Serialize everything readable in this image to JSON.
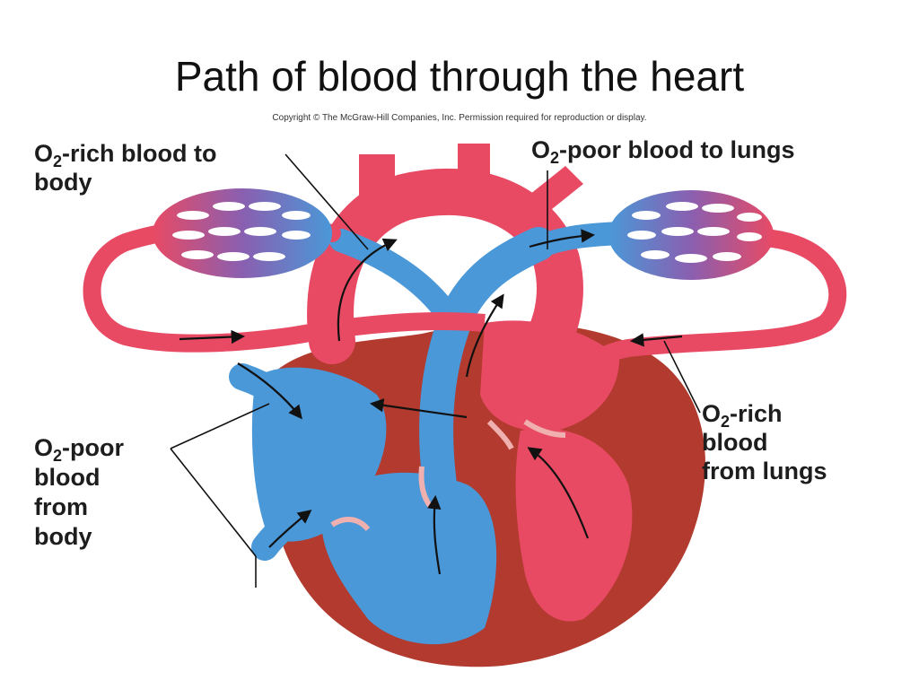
{
  "slide": {
    "title": "Path of blood through the heart",
    "copyright": "Copyright © The McGraw-Hill Companies, Inc. Permission required for reproduction or display."
  },
  "labels": {
    "o2_rich_to_body": {
      "prefix": "O",
      "sub": "2",
      "line1": "-rich blood to",
      "line2": "body"
    },
    "o2_poor_to_lungs": {
      "prefix": "O",
      "sub": "2",
      "line1": "-poor blood to lungs"
    },
    "o2_rich_from_lungs": {
      "prefix": "O",
      "sub": "2",
      "line1": "-rich",
      "line2": "blood",
      "line3": "from lungs"
    },
    "o2_poor_from_body": {
      "prefix": "O",
      "sub": "2",
      "line1": "-poor",
      "line2": "blood",
      "line3": "from",
      "line4": "body"
    }
  },
  "colors": {
    "oxygen_rich": "#e84a64",
    "oxygen_poor": "#4a98d8",
    "heart_wall": "#b23a2e",
    "capillary_mix": "#8a5fb0",
    "arrow": "#111111"
  }
}
